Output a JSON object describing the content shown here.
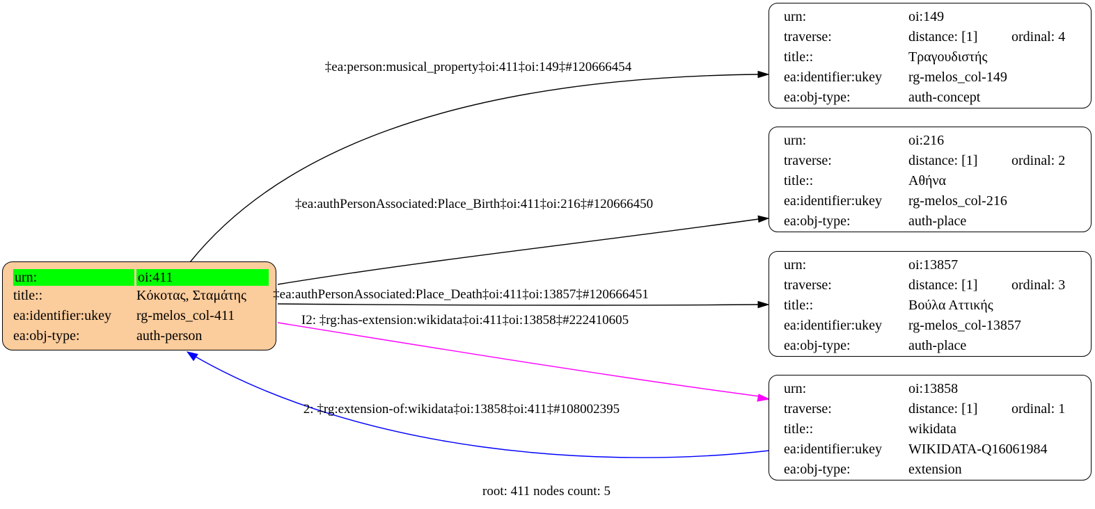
{
  "graph": {
    "caption": "root: 411 nodes count: 5"
  },
  "colors": {
    "root_fill": "#fbcc9c",
    "highlight_green": "#00ff00",
    "node_fill": "#ffffff",
    "edge_black": "#000000",
    "edge_magenta": "#ff00ff",
    "edge_blue": "#0000ff"
  },
  "root_node": {
    "rows": [
      {
        "label": "urn:",
        "value": "oi:411"
      },
      {
        "label": "title::",
        "value": "Κόκοτας, Σταμάτης"
      },
      {
        "label": "ea:identifier:ukey",
        "value": "rg-melos_col-411"
      },
      {
        "label": "ea:obj-type:",
        "value": "auth-person"
      }
    ]
  },
  "nodes": [
    {
      "urn_label": "urn:",
      "urn": "oi:149",
      "traverse_label": "traverse:",
      "distance": "distance: [1]",
      "ordinal": "ordinal: 4",
      "title_label": "title::",
      "title": "Τραγουδιστής",
      "identifier_label": "ea:identifier:ukey",
      "identifier": "rg-melos_col-149",
      "objtype_label": "ea:obj-type:",
      "objtype": "auth-concept"
    },
    {
      "urn_label": "urn:",
      "urn": "oi:216",
      "traverse_label": "traverse:",
      "distance": "distance: [1]",
      "ordinal": "ordinal: 2",
      "title_label": "title::",
      "title": "Αθήνα",
      "identifier_label": "ea:identifier:ukey",
      "identifier": "rg-melos_col-216",
      "objtype_label": "ea:obj-type:",
      "objtype": "auth-place"
    },
    {
      "urn_label": "urn:",
      "urn": "oi:13857",
      "traverse_label": "traverse:",
      "distance": "distance: [1]",
      "ordinal": "ordinal: 3",
      "title_label": "title::",
      "title": "Βούλα Αττικής",
      "identifier_label": "ea:identifier:ukey",
      "identifier": "rg-melos_col-13857",
      "objtype_label": "ea:obj-type:",
      "objtype": "auth-place"
    },
    {
      "urn_label": "urn:",
      "urn": "oi:13858",
      "traverse_label": "traverse:",
      "distance": "distance: [1]",
      "ordinal": "ordinal: 1",
      "title_label": "title::",
      "title": "wikidata",
      "identifier_label": "ea:identifier:ukey",
      "identifier": "WIKIDATA-Q16061984",
      "objtype_label": "ea:obj-type:",
      "objtype": "extension"
    }
  ],
  "edges": [
    {
      "label": "‡ea:person:musical_property‡oi:411‡oi:149‡#120666454",
      "color": "#000000"
    },
    {
      "label": "‡ea:authPersonAssociated:Place_Birth‡oi:411‡oi:216‡#120666450",
      "color": "#000000"
    },
    {
      "label": "‡ea:authPersonAssociated:Place_Death‡oi:411‡oi:13857‡#120666451",
      "color": "#000000"
    },
    {
      "label": "I2: ‡rg:has-extension:wikidata‡oi:411‡oi:13858‡#222410605",
      "color": "#ff00ff"
    },
    {
      "label": "2: ‡rg:extension-of:wikidata‡oi:13858‡oi:411‡#108002395",
      "color": "#0000ff"
    }
  ]
}
